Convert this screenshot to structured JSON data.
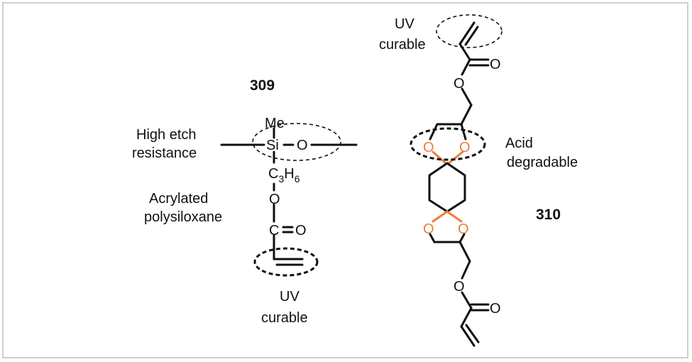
{
  "colors": {
    "highlight": "#f07c3c",
    "ink": "#111111",
    "frame": "#cfcfcf"
  },
  "left": {
    "compound_number": "309",
    "label_etch_1": "High etch",
    "label_etch_2": "resistance",
    "label_polymer_1": "Acrylated",
    "label_polymer_2": "polysiloxane",
    "label_uv_1": "UV",
    "label_uv_2": "curable",
    "atom_me": "Me",
    "atom_si": "Si",
    "atom_o_chain": "O",
    "atom_c": "C",
    "atom_c_sub": "3",
    "atom_h": "H",
    "atom_h_sub": "6",
    "atom_o_ester": "O",
    "atom_c_carbonyl": "C",
    "atom_o_carbonyl": "O"
  },
  "right": {
    "compound_number": "310",
    "label_uv_1": "UV",
    "label_uv_2": "curable",
    "label_acid_1": "Acid",
    "label_acid_2": "degradable",
    "atom_o_carbonyl_top": "O",
    "atom_o_ester_top": "O",
    "atom_o_ketal_1": "O",
    "atom_o_ketal_2": "O",
    "atom_o_ketal_3": "O",
    "atom_o_ketal_4": "O",
    "atom_o_ester_bottom": "O",
    "atom_o_carbonyl_bottom": "O"
  }
}
